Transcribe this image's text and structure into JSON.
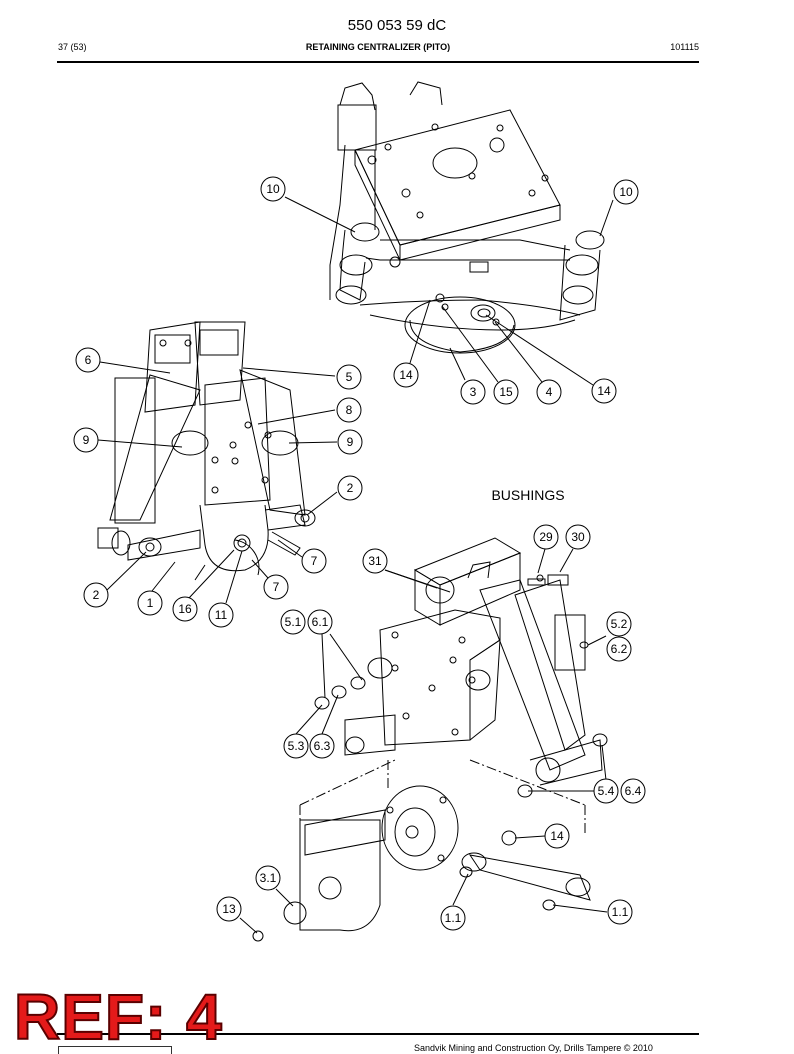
{
  "header": {
    "document_number": "550 053 59 dC",
    "page": "37 (53)",
    "title": "RETAINING CENTRALIZER (PITO)",
    "date_code": "101115"
  },
  "section_label": "BUSHINGS",
  "reference_stamp": "REF: 4",
  "footer": "Sandvik Mining and Construction Oy, Drills Tampere © 2010",
  "callouts": [
    "10",
    "10",
    "14",
    "3",
    "15",
    "4",
    "14",
    "6",
    "5",
    "8",
    "9",
    "9",
    "2",
    "2",
    "1",
    "16",
    "11",
    "7",
    "7",
    "29",
    "30",
    "31",
    "5.1",
    "6.1",
    "5.2",
    "6.2",
    "5.3",
    "6.3",
    "5.4",
    "6.4",
    "14",
    "3.1",
    "13",
    "1.1",
    "1.1"
  ]
}
